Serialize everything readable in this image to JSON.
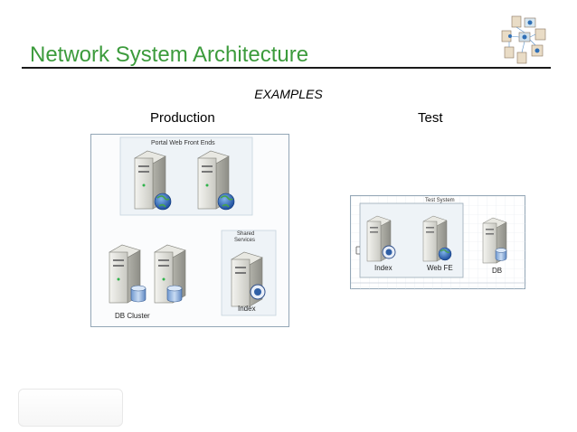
{
  "title": "Network System Architecture",
  "subtitle": "EXAMPLES",
  "columns": {
    "production": "Production",
    "test": "Test"
  },
  "production": {
    "web_group_label": "Portal Web Front Ends",
    "shared_group_label_line1": "Shared",
    "shared_group_label_line2": "Services",
    "db_label": "DB Cluster",
    "index_label": "Index"
  },
  "test": {
    "group_label": "Test System",
    "index_label": "Index",
    "web_label": "Web FE",
    "db_label": "DB"
  },
  "colors": {
    "title": "#3c9b3c",
    "rule": "#1a1a1a",
    "panel_border": "#93a6b6"
  }
}
